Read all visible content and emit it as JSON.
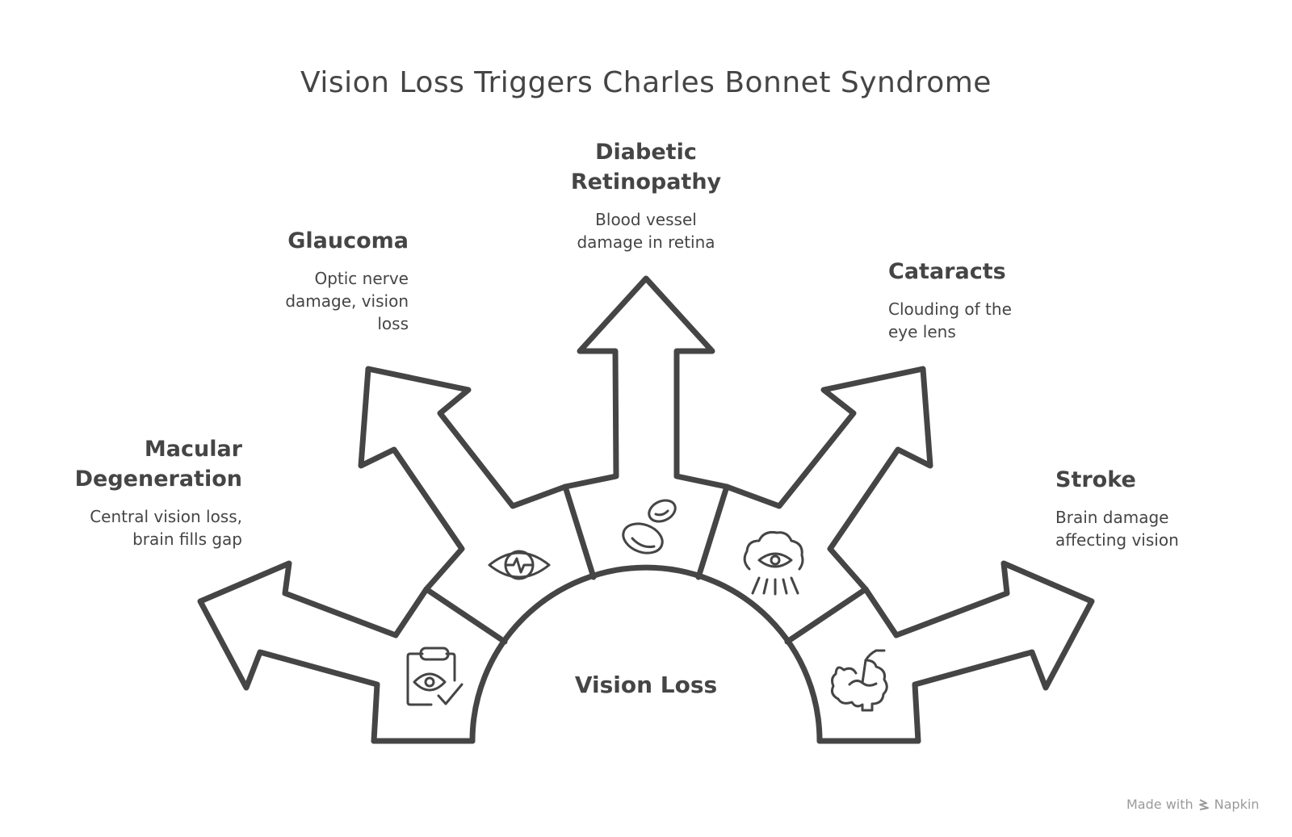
{
  "title": "Vision Loss Triggers Charles Bonnet Syndrome",
  "center": {
    "label": "Vision Loss"
  },
  "branches": [
    {
      "id": "macular-degeneration",
      "heading": "Macular Degeneration",
      "heading_lines": [
        "Macular",
        "Degeneration"
      ],
      "description": "Central vision loss, brain fills gap",
      "description_lines": [
        "Central vision loss,",
        "brain fills gap"
      ],
      "icon": "clipboard-eye-check-icon"
    },
    {
      "id": "glaucoma",
      "heading": "Glaucoma",
      "heading_lines": [
        "Glaucoma"
      ],
      "description": "Optic nerve damage, vision loss",
      "description_lines": [
        "Optic nerve",
        "damage, vision",
        "loss"
      ],
      "icon": "eye-pulse-icon"
    },
    {
      "id": "diabetic-retinopathy",
      "heading": "Diabetic Retinopathy",
      "heading_lines": [
        "Diabetic",
        "Retinopathy"
      ],
      "description": "Blood vessel damage in retina",
      "description_lines": [
        "Blood vessel",
        "damage in retina"
      ],
      "icon": "blood-cells-icon"
    },
    {
      "id": "cataracts",
      "heading": "Cataracts",
      "heading_lines": [
        "Cataracts"
      ],
      "description": "Clouding of the eye lens",
      "description_lines": [
        "Clouding of the",
        "eye lens"
      ],
      "icon": "clouded-eye-icon"
    },
    {
      "id": "stroke",
      "heading": "Stroke",
      "heading_lines": [
        "Stroke"
      ],
      "description": "Brain damage affecting vision",
      "description_lines": [
        "Brain damage",
        "affecting vision"
      ],
      "icon": "brain-icon"
    }
  ],
  "footer": {
    "made_with": "Made with",
    "brand": "Napkin"
  },
  "colors": {
    "stroke": "#454545",
    "text": "#454545",
    "footer": "#9a9a9a",
    "background": "#ffffff"
  }
}
